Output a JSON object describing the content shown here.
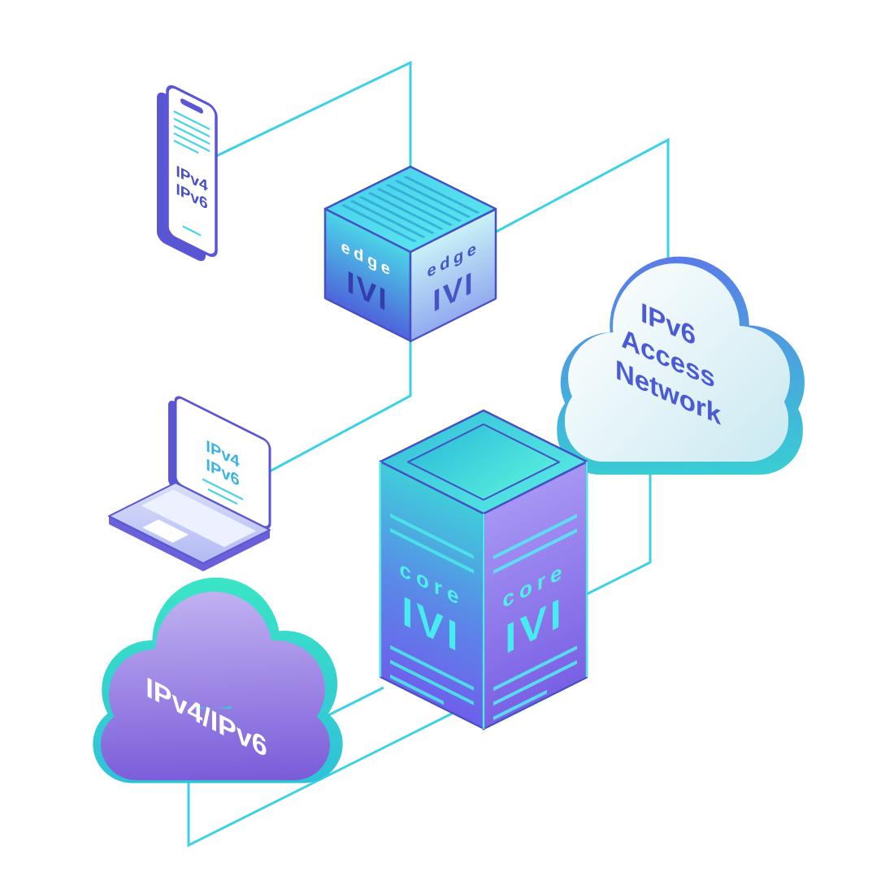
{
  "diagram": {
    "links": {
      "color": "#3ad2e4"
    },
    "phone": {
      "lines": [
        "IPv4",
        "IPv6"
      ]
    },
    "laptop": {
      "lines": [
        "IPv4",
        "IPv6"
      ]
    },
    "edge_router": {
      "label": "edge",
      "logo": "IVI"
    },
    "core_router": {
      "label": "core",
      "logo": "IVI"
    },
    "access_cloud": {
      "lines": [
        "IPv6",
        "Access",
        "Network"
      ]
    },
    "internet_cloud": {
      "label": "IPv4/IPv6"
    },
    "colors": {
      "accent_cyan": "#3ad2e4",
      "outline_indigo": "#5a55d2",
      "ivi_dark": "#3940b0",
      "cloud_label_blue": "#4a5bd4",
      "cloud_label_white": "#ffffff"
    }
  }
}
